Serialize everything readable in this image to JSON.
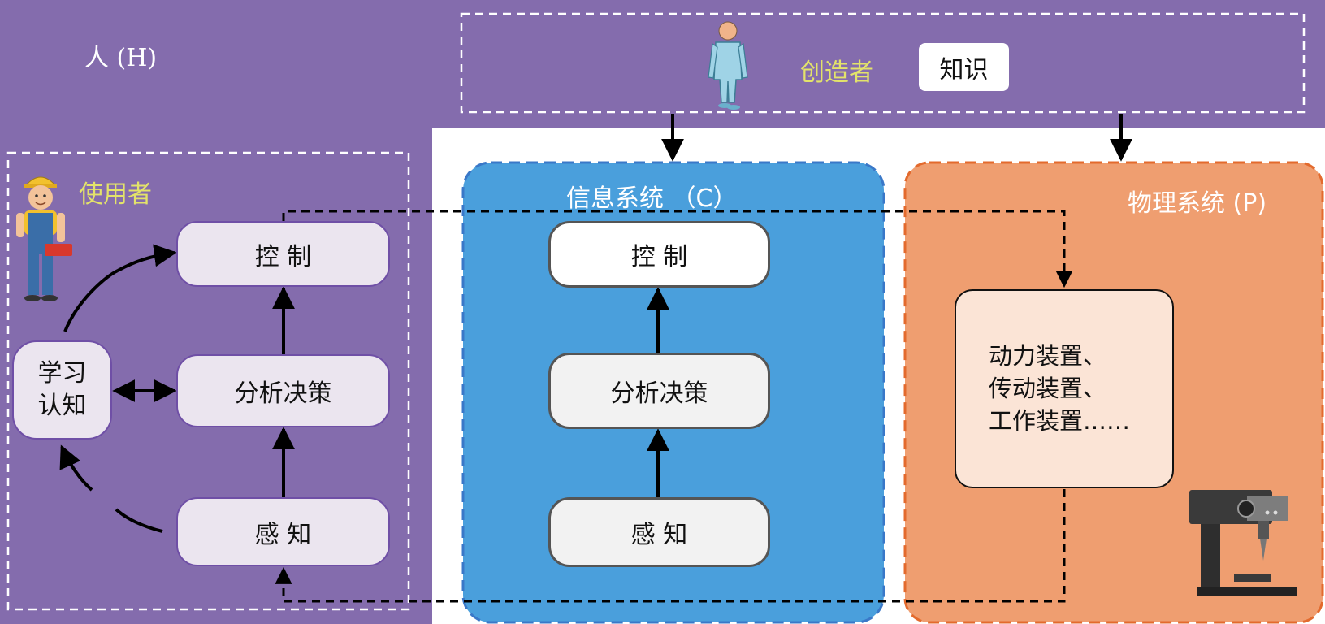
{
  "colors": {
    "human": "#846cad",
    "info": "#4a9fdc",
    "physical": "#ef9e70",
    "physical_border": "#e36a2d",
    "accent_yellow": "#e3e36a"
  },
  "human": {
    "title": "人 (H)",
    "creator_label": "创造者",
    "knowledge_label": "知识",
    "user_label": "使用者",
    "user": {
      "control": "控 制",
      "analysis": "分析决策",
      "perception": "感 知",
      "learning": "学习\n认知"
    }
  },
  "info_system": {
    "title": "信息系统 （C）",
    "control": "控 制",
    "analysis": "分析决策",
    "perception": "感 知"
  },
  "physical_system": {
    "title": "物理系统 (P)",
    "devices": [
      "动力装置、",
      "传动装置、",
      "工作装置……"
    ]
  },
  "icons": {
    "creator": "person-icon",
    "user": "worker-icon",
    "machine": "drill-press-icon"
  }
}
